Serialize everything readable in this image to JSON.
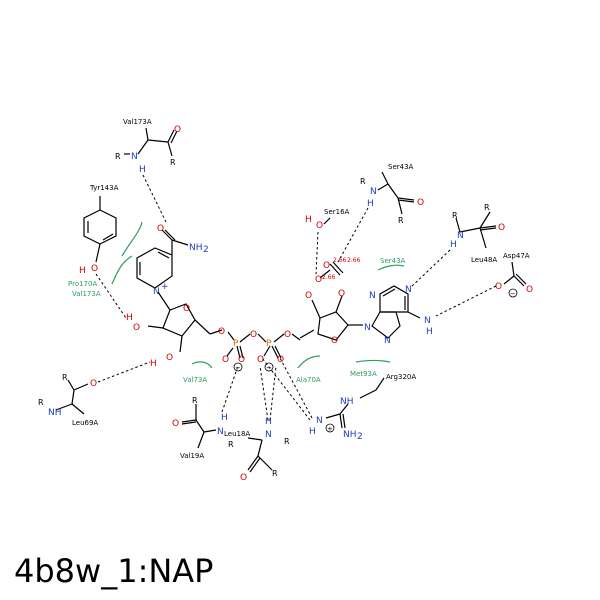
{
  "title": "4b8w_1:NAP",
  "residues": {
    "val173_top": "Val173A",
    "tyr143": "Tyr143A",
    "pro170": "Pro170A",
    "val173_green": "Val173A",
    "leu69": "Leu69A",
    "val73": "Val73A",
    "val19": "Val19A",
    "leu18": "Leu18A",
    "ala70": "Ala70A",
    "met93": "Met93A",
    "arg320": "Arg320A",
    "ser16": "Ser16A",
    "ser43_top": "Ser43A",
    "ser43_green": "Ser43A",
    "leu48": "Leu48A",
    "asp47": "Asp47A"
  },
  "atoms": {
    "R": "R",
    "N": "N",
    "H": "H",
    "O": "O",
    "P": "P",
    "NH": "NH",
    "NH2": "NH",
    "nh2_sub": "2",
    "n_plus": "+",
    "minus": "−",
    "plus": "+"
  },
  "distances": {
    "d1": "2.66",
    "d2": "2.66",
    "d3": "2.66"
  },
  "colors": {
    "hydrophobic": "#2e9f5b",
    "oxygen": "#d40000",
    "nitrogen": "#1f3fc0",
    "phosphorus": "#d07000"
  }
}
